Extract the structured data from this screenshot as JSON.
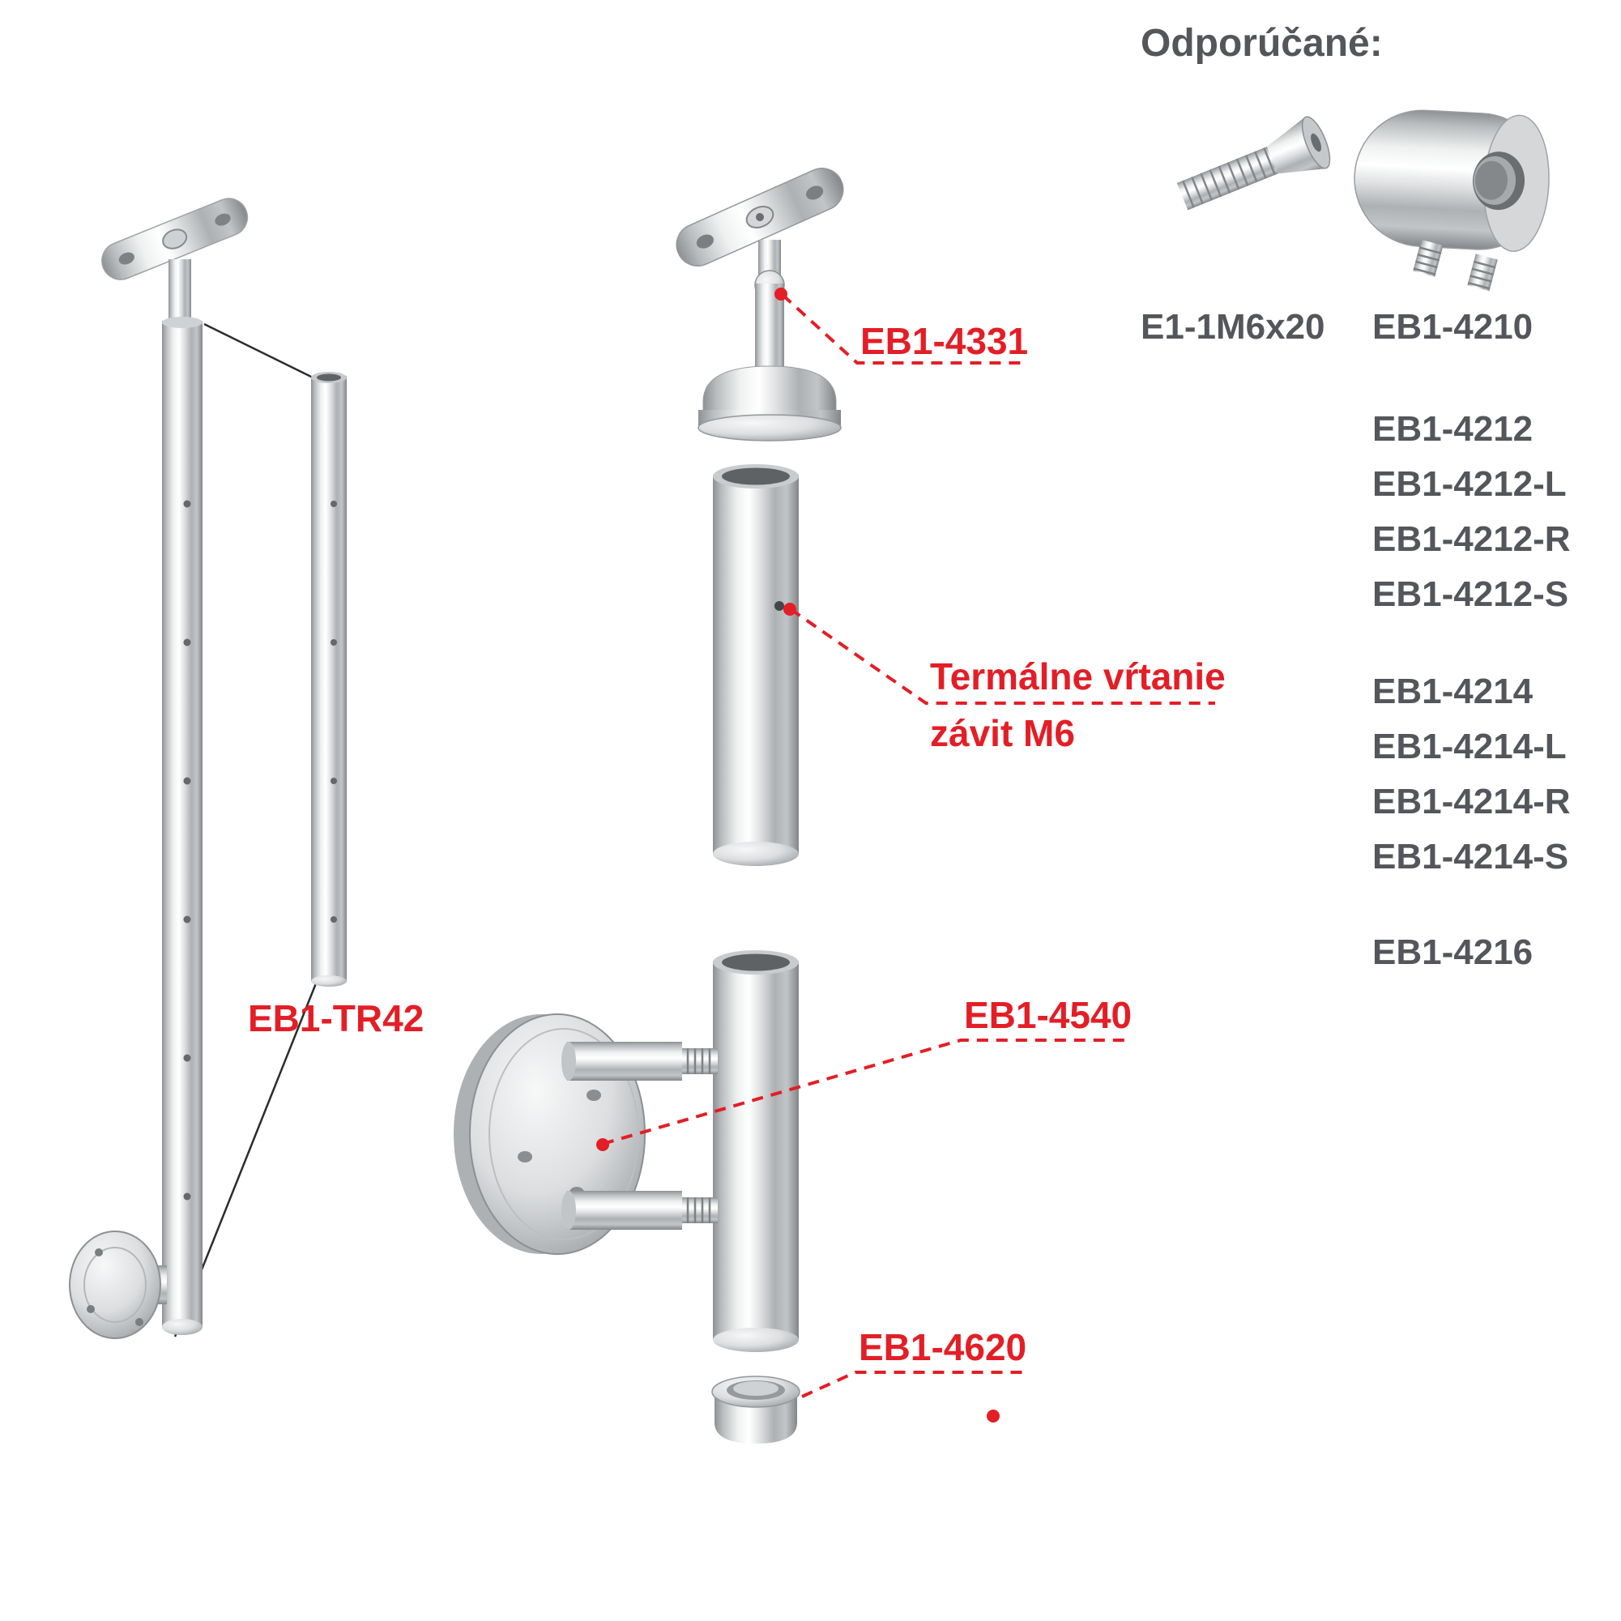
{
  "colors": {
    "background": "#ffffff",
    "label-red": "#e31e26",
    "part-gray": "#54565b",
    "metal-light": "#f2f3f4",
    "metal-dark": "#8e9194"
  },
  "recommended": {
    "title": "Odporúčané:",
    "screw_label": "E1-1M6x20",
    "holder_label": "EB1-4210",
    "group1": [
      "EB1-4212",
      "EB1-4212-L",
      "EB1-4212-R",
      "EB1-4212-S"
    ],
    "group2": [
      "EB1-4214",
      "EB1-4214-L",
      "EB1-4214-R",
      "EB1-4214-S"
    ],
    "group3": [
      "EB1-4216"
    ]
  },
  "callouts": {
    "handrail_support": "EB1-4331",
    "thermal_line1": "Termálne vŕtanie",
    "thermal_line2": "závit M6",
    "anchor_plate": "EB1-4540",
    "end_cap": "EB1-4620",
    "tube": "EB1-TR42"
  }
}
